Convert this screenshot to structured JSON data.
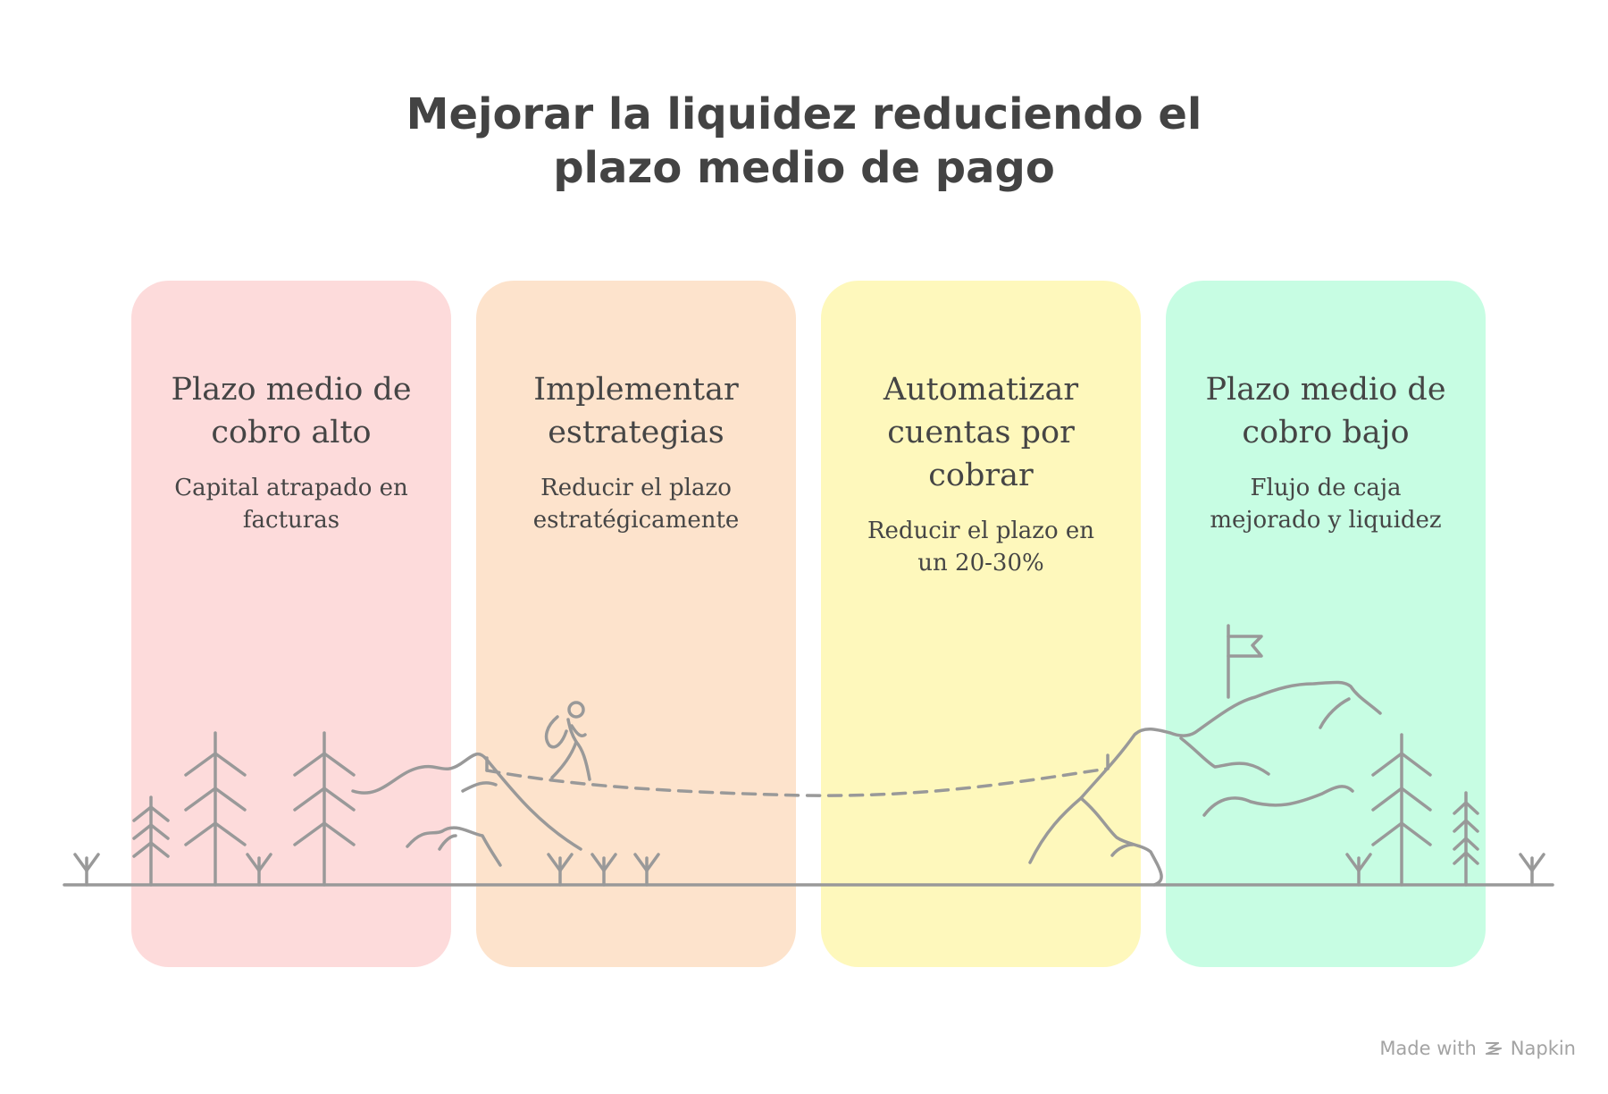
{
  "title": {
    "line1": "Mejorar la liquidez reduciendo el",
    "line2": "plazo medio de pago"
  },
  "colors": {
    "panel1": "#fddbdb",
    "panel2": "#fde3cc",
    "panel3": "#fef8bc",
    "panel4": "#c7fde3",
    "stroke": "#999999"
  },
  "panels": [
    {
      "heading": [
        "Plazo medio de",
        "cobro alto"
      ],
      "desc": [
        "Capital atrapado en",
        "facturas"
      ]
    },
    {
      "heading": [
        "Implementar",
        "estrategias"
      ],
      "desc": [
        "Reducir el plazo",
        "estratégicamente"
      ]
    },
    {
      "heading": [
        "Automatizar",
        "cuentas por",
        "cobrar"
      ],
      "desc": [
        "Reducir el plazo en",
        "un 20-30%"
      ]
    },
    {
      "heading": [
        "Plazo medio de",
        "cobro bajo"
      ],
      "desc": [
        "Flujo de caja",
        "mejorado y liquidez"
      ]
    }
  ],
  "illustration": {
    "icons": [
      "tree-icon",
      "mountain-icon",
      "hiker-icon",
      "flag-icon",
      "grass-icon"
    ]
  },
  "footer": {
    "made_with": "Made with",
    "brand": "Napkin",
    "icon": "napkin-logo-icon"
  }
}
